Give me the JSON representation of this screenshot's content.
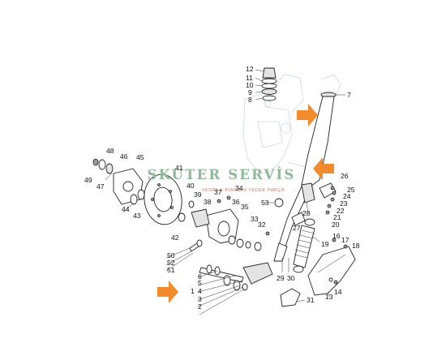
{
  "colors": {
    "arrow": "#f28a2e",
    "watermark": "#8fb99a",
    "watermark_sub": "#c7766f",
    "line": "#222222",
    "ghost": "#cfd8e0"
  },
  "watermark": {
    "title": "SKUTER SERVİS",
    "subtitle": "VESPA & PIAGGIO YEDEK PARÇA"
  },
  "part_numbers": {
    "p1": "1",
    "p2": "2",
    "p3": "3",
    "p4": "4",
    "p5": "5",
    "p6": "6",
    "p7": "7",
    "p8": "8",
    "p9": "9",
    "p10": "10",
    "p11": "11",
    "p12": "12",
    "p13": "13",
    "p14": "14",
    "p16": "16",
    "p17": "17",
    "p18": "18",
    "p19": "19",
    "p20": "20",
    "p21": "21",
    "p22": "22",
    "p23": "23",
    "p24": "24",
    "p25": "25",
    "p26": "26",
    "p27": "27",
    "p28": "28",
    "p29": "29",
    "p30": "30",
    "p31": "31",
    "p32": "32",
    "p33": "33",
    "p34": "34",
    "p35": "35",
    "p36": "36",
    "p37": "37",
    "p38": "38",
    "p39": "39",
    "p40": "40",
    "p41": "41",
    "p42": "42",
    "p43": "43",
    "p44": "44",
    "p45": "45",
    "p46": "46",
    "p47": "47",
    "p48": "48",
    "p49": "49",
    "p50": "50",
    "p51": "51",
    "p52": "52",
    "p53": "53"
  }
}
